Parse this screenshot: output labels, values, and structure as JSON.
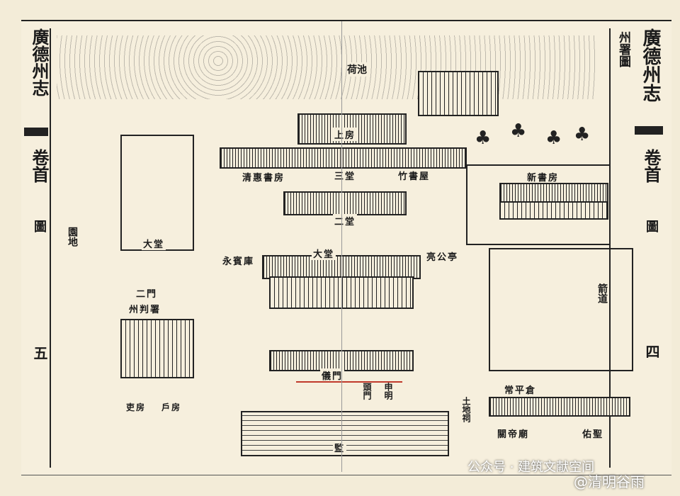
{
  "left_margin": {
    "book_title": "廣德州志",
    "volume": "卷首",
    "section": "圖",
    "page_number": "五"
  },
  "right_margin": {
    "map_title": "州署圖",
    "book_title": "廣德州志",
    "volume": "卷首",
    "section": "圖",
    "page_number": "四"
  },
  "map_labels": {
    "pond": "荷池",
    "upper_room": "上房",
    "third_hall": "三堂",
    "library": "新書房",
    "bamboo_hall": "竹書屋",
    "study_west": "清惠書房",
    "second_hall": "二堂",
    "grand_hall": "大堂",
    "great_hall_left": "大堂",
    "yongbin": "永賓庫",
    "gong_ting": "亮公亭",
    "second_gate_left": "二門",
    "zhou_pan": "州判署",
    "yi_gate": "儀門",
    "avenue": "箭道",
    "granary": "常平倉",
    "god_temple": "關帝廟",
    "buddha": "佑聖",
    "head_gate": "頭門",
    "shen_ming": "申明",
    "earth_shrine": "土地祠",
    "prison": "監",
    "garden": "園地",
    "li_fang": "吏房",
    "hu_fang": "戶房"
  },
  "watermark": {
    "account": "公众号 · 建筑文献空间",
    "author": "@清明谷雨"
  }
}
